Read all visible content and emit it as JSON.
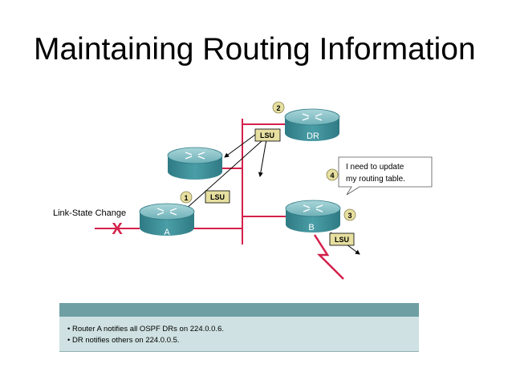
{
  "page": {
    "title": "Maintaining Routing Information"
  },
  "diagram": {
    "link_state_change_label": "Link-State Change",
    "router_labels": {
      "a": "A",
      "b": "B",
      "dr": "DR"
    },
    "steps": [
      "1",
      "2",
      "3",
      "4"
    ],
    "lsu_label": "LSU",
    "callout_lines": [
      "I need to update",
      "my routing table."
    ],
    "failure_mark": "X"
  },
  "notes": {
    "lines": [
      "• Router A notifies all OSPF DRs on 224.0.0.6.",
      "• DR notifies others on 224.0.0.5."
    ]
  },
  "colors": {
    "link": "#d4204a",
    "router_body": "#3e8e98",
    "router_top": "#8ec6cc",
    "badge": "#e6dfa0",
    "note_band": "#6f9fa3",
    "note_body": "#cfe1e2"
  }
}
